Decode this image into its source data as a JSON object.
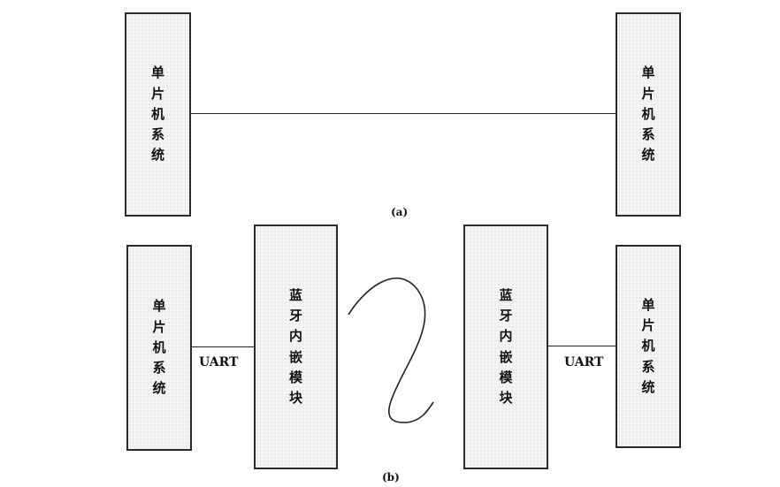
{
  "diagram_a": {
    "caption": "(a)",
    "left_box": {
      "label": "单片机系统"
    },
    "right_box": {
      "label": "单片机系统"
    }
  },
  "diagram_b": {
    "caption": "(b)",
    "mcu_left": {
      "label": "单片机系统"
    },
    "bt_left": {
      "label": "蓝牙内嵌模块"
    },
    "bt_right": {
      "label": "蓝牙内嵌模块"
    },
    "mcu_right": {
      "label": "单片机系统"
    },
    "link_left_label": "UART",
    "link_right_label": "UART"
  }
}
